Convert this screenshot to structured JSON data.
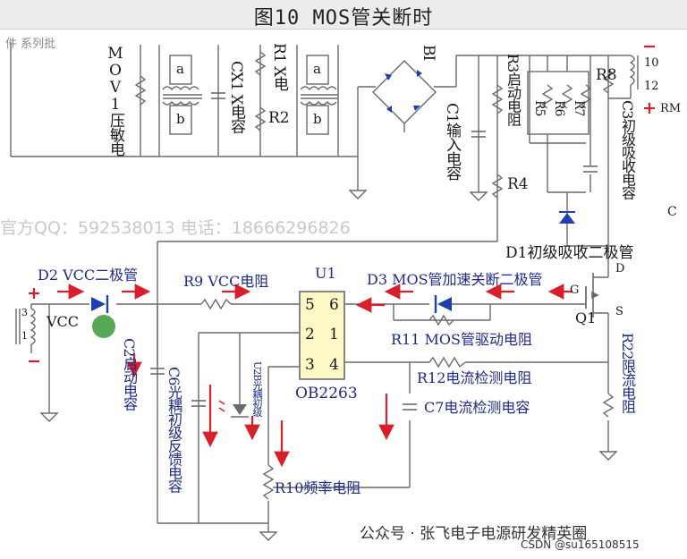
{
  "title": "图10 MOS管关断时",
  "watermark": {
    "partial_top": "件 系列批",
    "contact": "官方QQ：592538013 电话：18666296826"
  },
  "top_section": {
    "mov1": "MOV1压敏电",
    "transformer_a": "a",
    "transformer_b": "b",
    "cx1": "CX1 X电容",
    "r1": "R1 X电",
    "r2": "R2",
    "transformer2_a": "a",
    "transformer2_b": "b",
    "bridge": "BI",
    "c1": "C1输入电容",
    "r3": "R3启动电阻",
    "r4": "R4",
    "r5": "R5",
    "r6": "R6",
    "r7": "R7",
    "r8": "R8",
    "c3": "C3初级吸收电容",
    "d1": "D1初级吸收二极管",
    "pin10": "10",
    "pin12": "12",
    "rm": "RM",
    "cut_c": "C"
  },
  "bottom_section": {
    "d2": "D2 VCC二极管",
    "vcc_label": "VCC",
    "pin3": "3",
    "pin1": "1",
    "r9": "R9 VCC电阻",
    "u1": "U1",
    "ic_pins": [
      "5",
      "6",
      "2",
      "1",
      "3",
      "4"
    ],
    "ic_part": "OB2263",
    "d3": "D3 MOS管加速关断二极管",
    "gate": "G",
    "drain": "D",
    "source": "S",
    "q1": "Q1",
    "r11": "R11 MOS管驱动电阻",
    "r12": "R12电流检测电阻",
    "c7": "C7电流检测电容",
    "r22": "R22限流电阻",
    "c2": "C2启动电容",
    "c6": "C6光耦初级反馈电容",
    "u2b": "U2B光耦初级",
    "r10": "R10频率电阻"
  },
  "footer": {
    "brand": "公众号 · 张飞电子电源研发精英圈",
    "credit": "CSDN @su165108515"
  },
  "colors": {
    "wire": "#6a6a6a",
    "label": "#1e2a8a",
    "arrow": "#d8202a",
    "diode": "#1e3fb0",
    "ic_fill": "#fff9c8",
    "highlight": "#3a9a3a"
  }
}
